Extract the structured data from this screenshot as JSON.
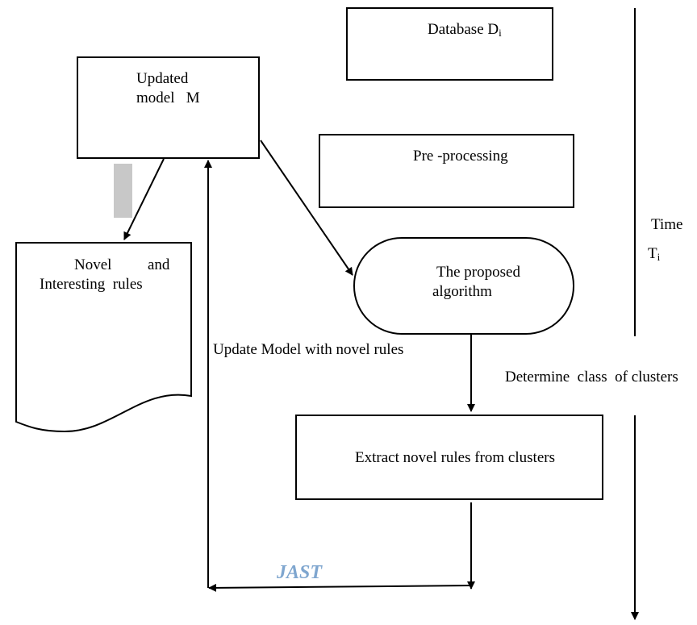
{
  "nodes": {
    "database": {
      "label": "Database D",
      "subscript": "i"
    },
    "updated_model": {
      "line1": "Updated",
      "line2": "model   M"
    },
    "preprocessing": {
      "label": "Pre -processing"
    },
    "algorithm": {
      "line1": "The proposed",
      "line2": "algorithm"
    },
    "novel_rules": {
      "line1_a": "Novel",
      "line1_b": "and",
      "line2": "Interesting  rules"
    },
    "extract": {
      "label": "Extract novel rules from clusters"
    }
  },
  "labels": {
    "time": "Time",
    "time_sub": "T",
    "time_sub_index": "i",
    "determine": "Determine  class  of clusters",
    "update_model": "Update Model with novel rules"
  },
  "watermark": "JAST",
  "colors": {
    "line": "#000000",
    "watermark": "#7fa6cf",
    "grey_bar": "#c8c8c8"
  }
}
